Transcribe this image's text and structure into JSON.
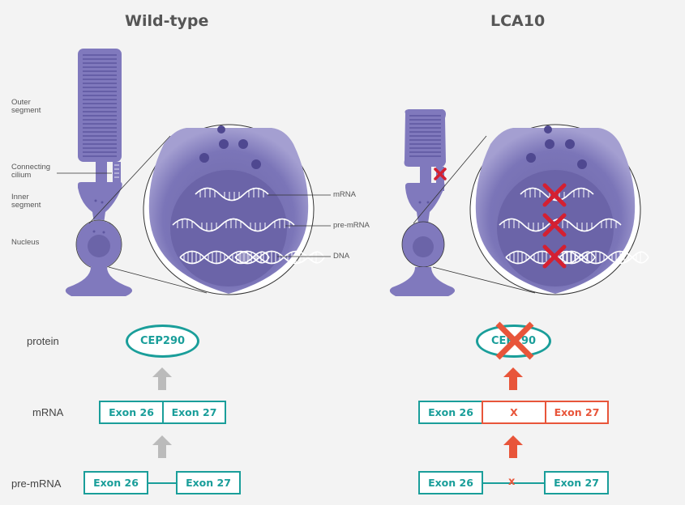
{
  "titles": {
    "left": "Wild-type",
    "right": "LCA10"
  },
  "cell_labels": {
    "outer": "Outer\nsegment",
    "cilium": "Connecting\ncilium",
    "inner": "Inner\nsegment",
    "nucleus": "Nucleus"
  },
  "zoom_labels": {
    "mrna": "mRNA",
    "premrna": "pre-mRNA",
    "dna": "DNA"
  },
  "row_labels": {
    "protein": "protein",
    "mrna": "mRNA",
    "premrna": "pre-mRNA"
  },
  "wildtype": {
    "protein": "CEP290",
    "mrna": [
      "Exon 26",
      "Exon 27"
    ],
    "premrna": [
      "Exon 26",
      "Exon 27"
    ]
  },
  "lca10": {
    "protein": "CEP290",
    "mrna": [
      "Exon 26",
      "X",
      "Exon 27"
    ],
    "premrna": [
      "Exon 26",
      "x",
      "Exon 27"
    ]
  },
  "colors": {
    "cell": "#8079bd",
    "cell_dark": "#6b64a8",
    "teal": "#1a9e9a",
    "red_mark": "#e8553a",
    "cross": "#d42031",
    "gray_arrow": "#bbbbbb"
  }
}
